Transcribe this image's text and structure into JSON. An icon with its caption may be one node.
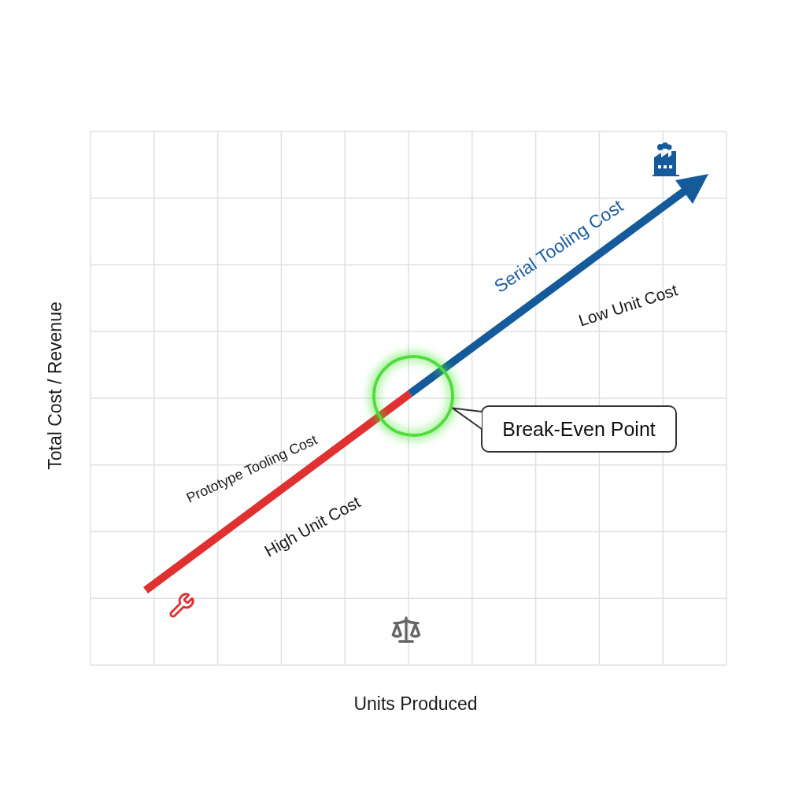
{
  "diagram": {
    "nodes": [
      {
        "text": [],
        "shape": "circle"
      },
      {
        "text": [
          "Break-Even Point"
        ]
      }
    ],
    "edges": [
      {
        "from": 1,
        "to": 0,
        "arrow": "to"
      }
    ],
    "labels": [
      "Serial Tooling Cost",
      "Low Unit Cost",
      "Prototype Tooling Cost",
      "High Unit Cost",
      "Total Cost / Revenue",
      "Units Produced"
    ]
  }
}
